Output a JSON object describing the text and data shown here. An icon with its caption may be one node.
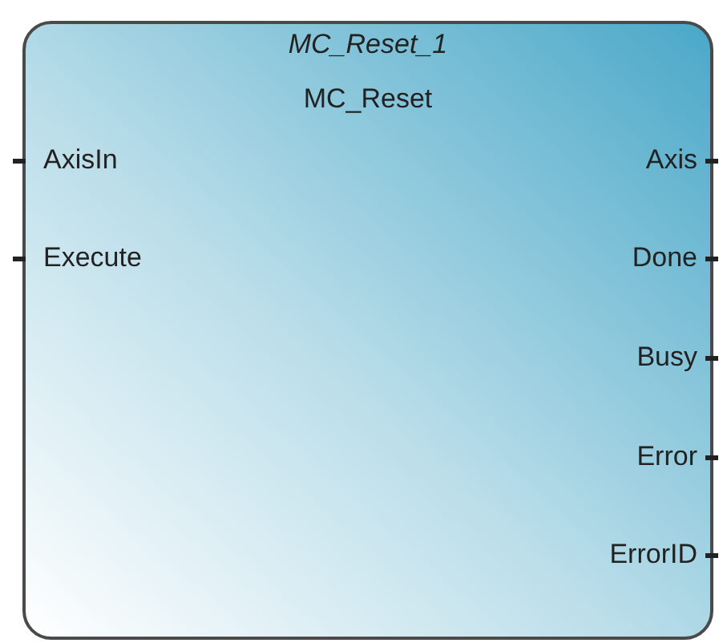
{
  "diagram": {
    "nodes": [
      {
        "text": [
          "MC_Reset_1",
          "MC_Reset"
        ]
      }
    ],
    "labels": [
      "AxisIn",
      "Axis",
      "Execute",
      "Done",
      "Busy",
      "Error",
      "ErrorID"
    ]
  }
}
